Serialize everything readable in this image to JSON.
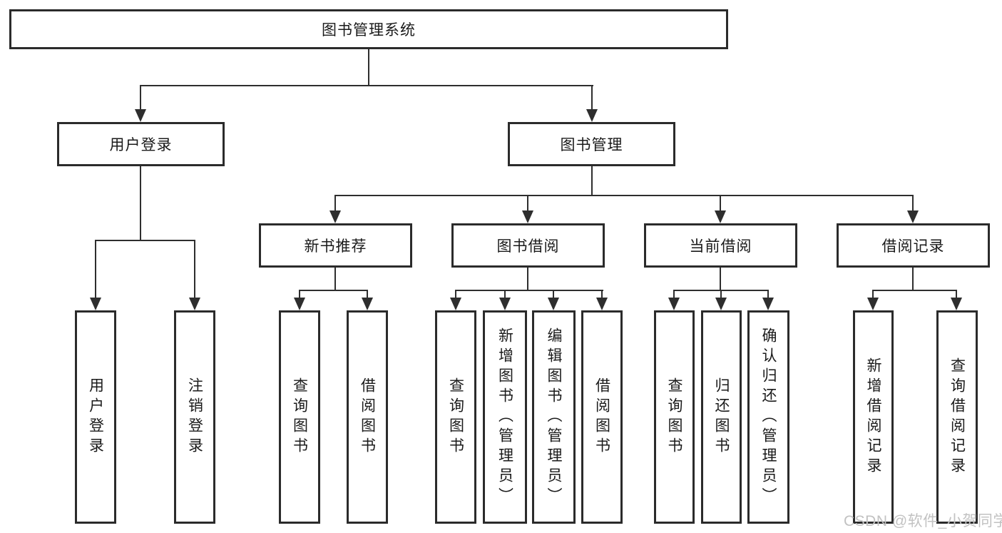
{
  "diagram": {
    "root": {
      "label": "图书管理系统"
    },
    "branches": [
      {
        "id": "user-login",
        "label": "用户登录",
        "children": [
          {
            "label": "用户登录"
          },
          {
            "label": "注销登录"
          }
        ]
      },
      {
        "id": "book-management",
        "label": "图书管理",
        "children": [
          {
            "id": "new-book-recommend",
            "label": "新书推荐",
            "children": [
              {
                "label": "查询图书"
              },
              {
                "label": "借阅图书"
              }
            ]
          },
          {
            "id": "book-borrowing",
            "label": "图书借阅",
            "children": [
              {
                "label": "查询图书"
              },
              {
                "label": "新增图书（管理员）"
              },
              {
                "label": "编辑图书（管理员）"
              },
              {
                "label": "借阅图书"
              }
            ]
          },
          {
            "id": "current-borrowing",
            "label": "当前借阅",
            "children": [
              {
                "label": "查询图书"
              },
              {
                "label": "归还图书"
              },
              {
                "label": "确认归还（管理员）"
              }
            ]
          },
          {
            "id": "borrowing-records",
            "label": "借阅记录",
            "children": [
              {
                "label": "新增借阅记录"
              },
              {
                "label": "查询借阅记录"
              }
            ]
          }
        ]
      }
    ],
    "watermark": "CSDN @软件_小贺同学",
    "colors": {
      "background": "#ffffff",
      "box_border": "#2b2b2b",
      "line": "#2e2e2e",
      "text": "#1a1a1a",
      "watermark": "#c2c2c2"
    }
  }
}
